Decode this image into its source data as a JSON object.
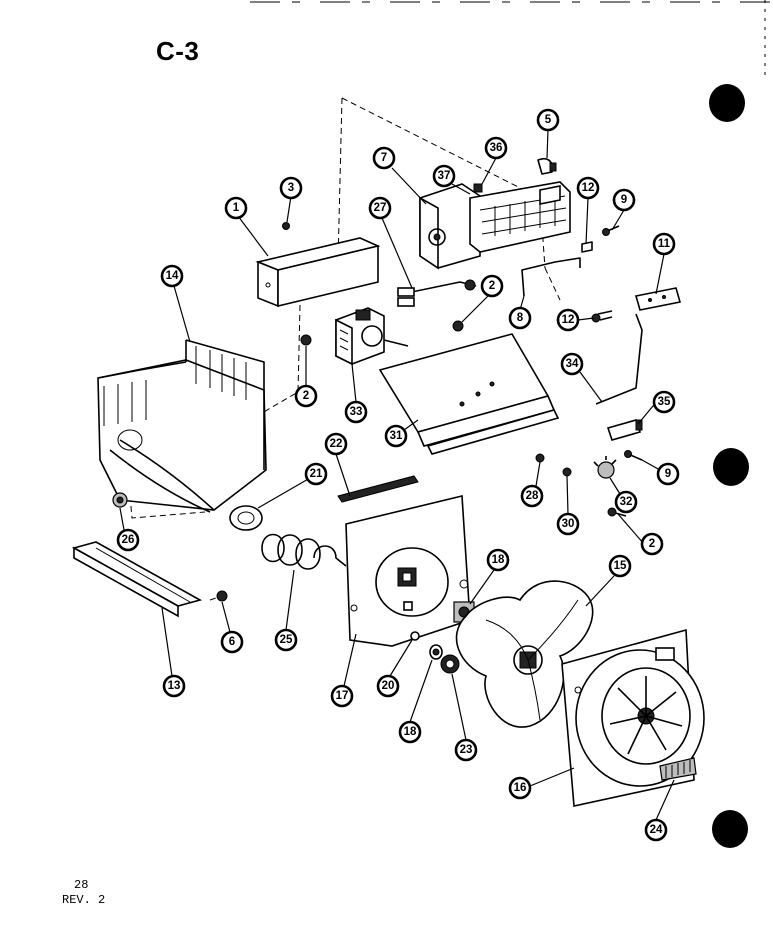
{
  "page": {
    "title": "C-3",
    "page_number": "28",
    "revision": "REV. 2"
  },
  "callouts": [
    {
      "id": "c1",
      "label": "1"
    },
    {
      "id": "c2a",
      "label": "2"
    },
    {
      "id": "c2b",
      "label": "2"
    },
    {
      "id": "c2c",
      "label": "2"
    },
    {
      "id": "c3",
      "label": "3"
    },
    {
      "id": "c5",
      "label": "5"
    },
    {
      "id": "c6",
      "label": "6"
    },
    {
      "id": "c7",
      "label": "7"
    },
    {
      "id": "c8",
      "label": "8"
    },
    {
      "id": "c9a",
      "label": "9"
    },
    {
      "id": "c9b",
      "label": "9"
    },
    {
      "id": "c11",
      "label": "11"
    },
    {
      "id": "c12a",
      "label": "12"
    },
    {
      "id": "c12b",
      "label": "12"
    },
    {
      "id": "c13",
      "label": "13"
    },
    {
      "id": "c14",
      "label": "14"
    },
    {
      "id": "c15",
      "label": "15"
    },
    {
      "id": "c16",
      "label": "16"
    },
    {
      "id": "c17",
      "label": "17"
    },
    {
      "id": "c18a",
      "label": "18"
    },
    {
      "id": "c18b",
      "label": "18"
    },
    {
      "id": "c20",
      "label": "20"
    },
    {
      "id": "c21",
      "label": "21"
    },
    {
      "id": "c22",
      "label": "22"
    },
    {
      "id": "c23",
      "label": "23"
    },
    {
      "id": "c24",
      "label": "24"
    },
    {
      "id": "c25",
      "label": "25"
    },
    {
      "id": "c26",
      "label": "26"
    },
    {
      "id": "c27",
      "label": "27"
    },
    {
      "id": "c28",
      "label": "28"
    },
    {
      "id": "c30",
      "label": "30"
    },
    {
      "id": "c31",
      "label": "31"
    },
    {
      "id": "c32",
      "label": "32"
    },
    {
      "id": "c33",
      "label": "33"
    },
    {
      "id": "c34",
      "label": "34"
    },
    {
      "id": "c35",
      "label": "35"
    },
    {
      "id": "c36",
      "label": "36"
    },
    {
      "id": "c37",
      "label": "37"
    }
  ]
}
